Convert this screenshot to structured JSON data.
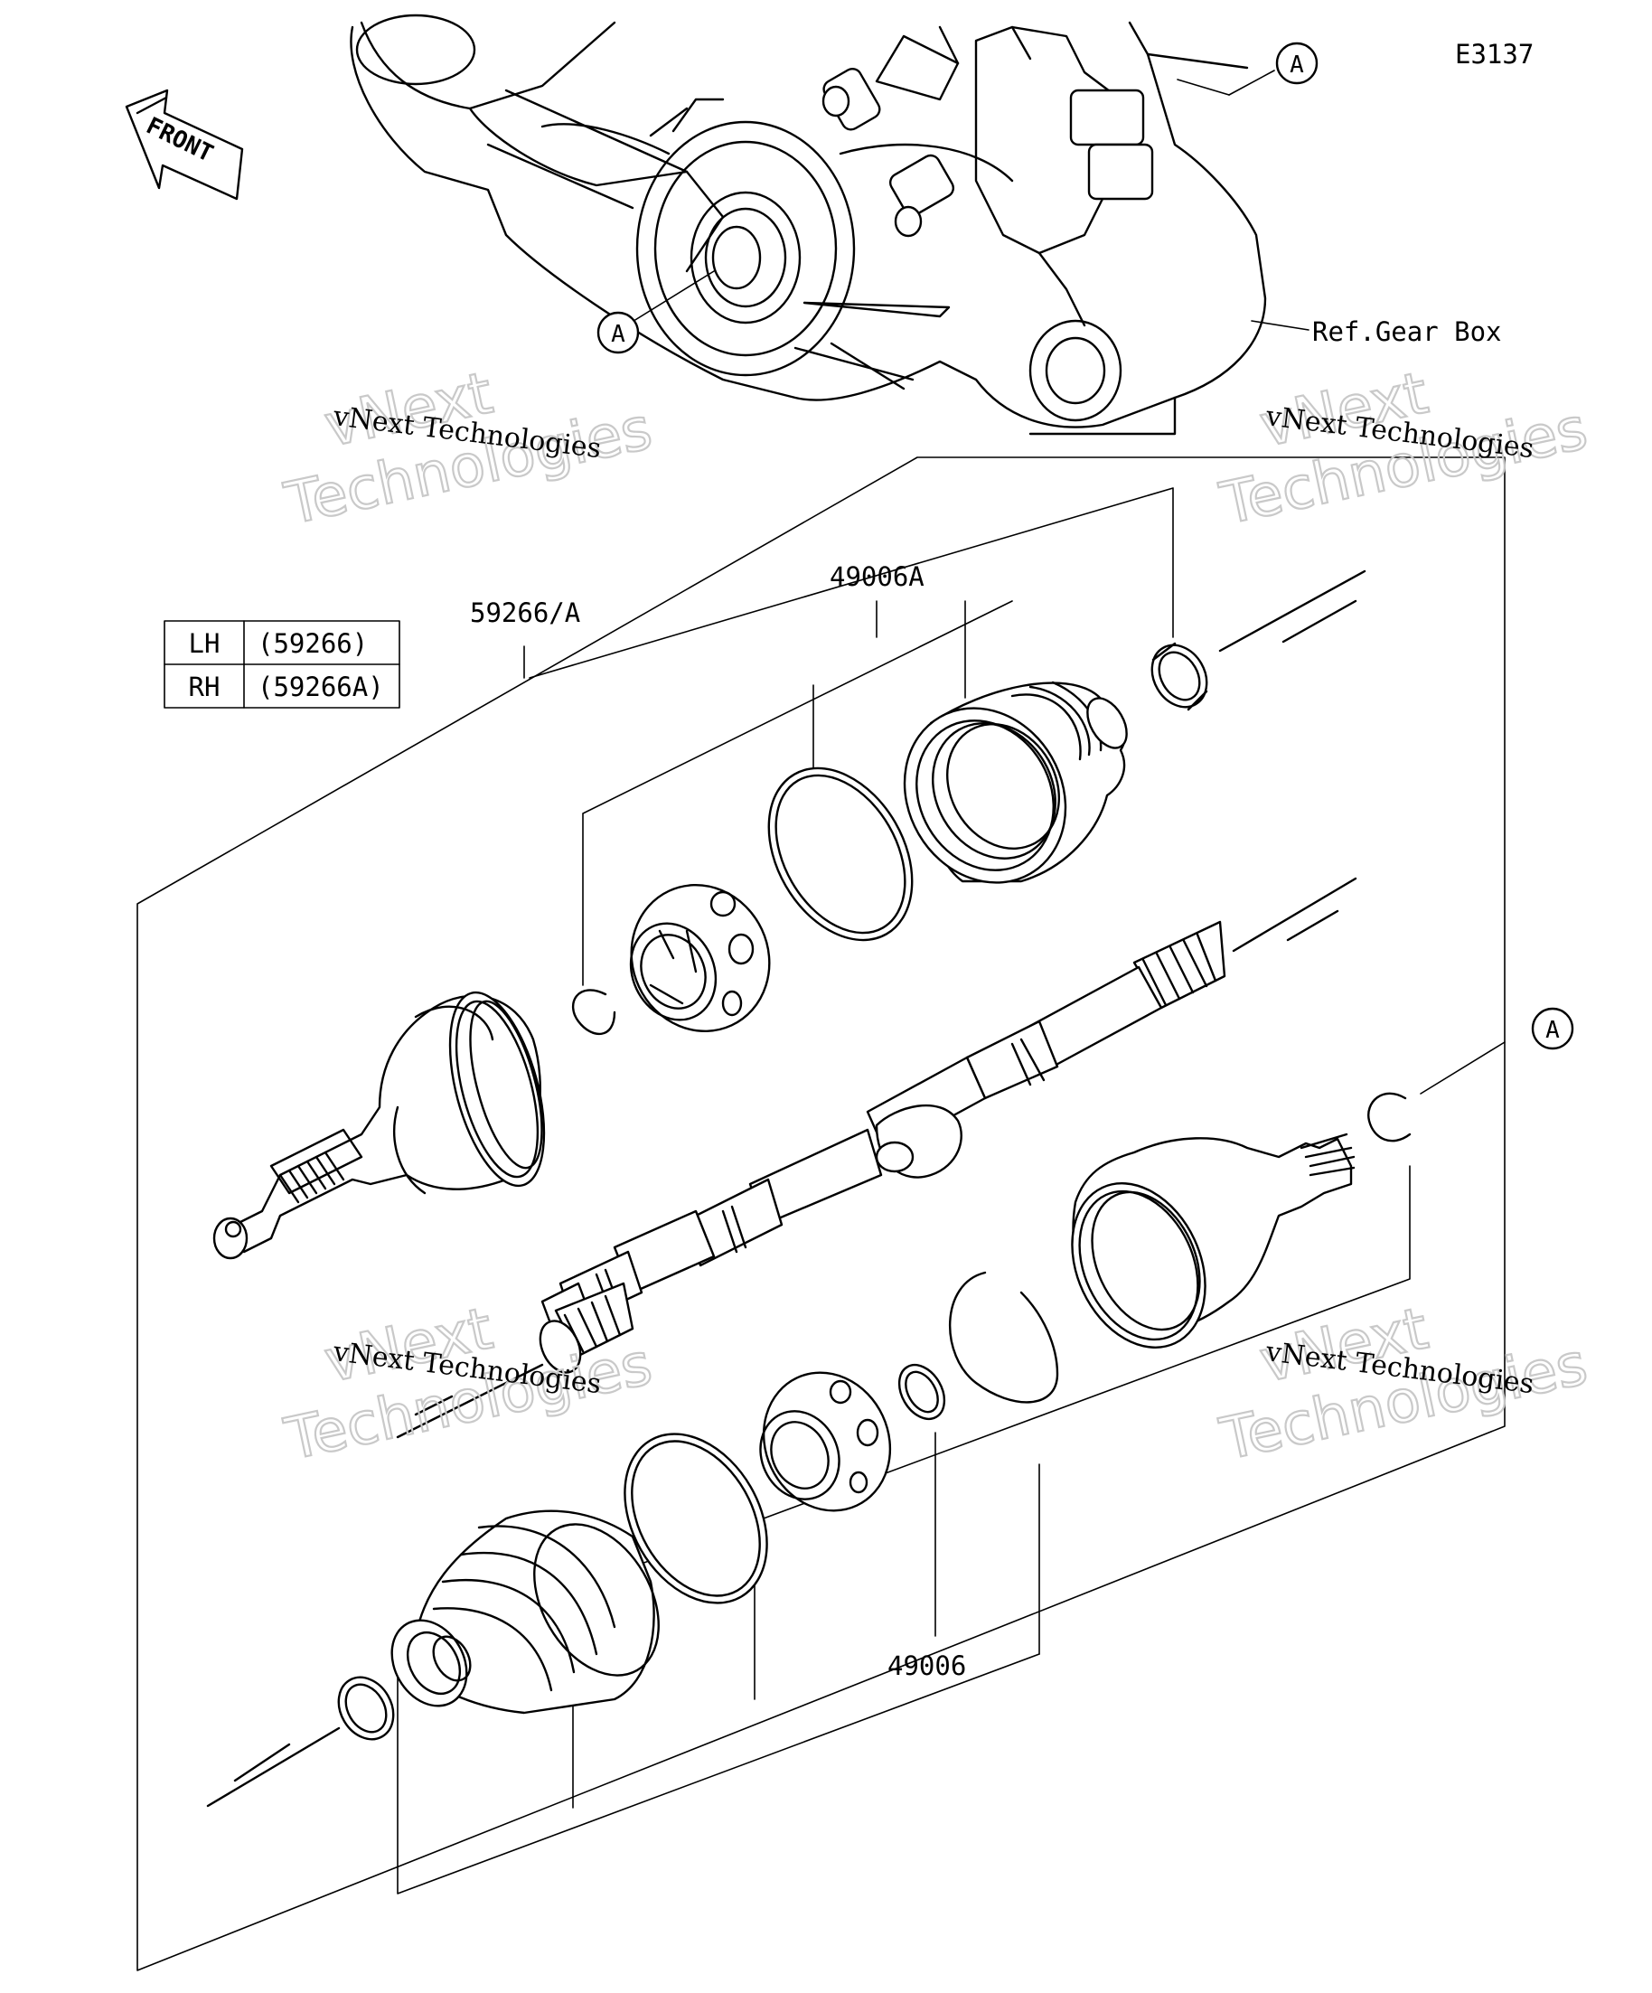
{
  "diagram": {
    "code": "E3137",
    "direction_label": "FRONT",
    "reference_label": "Ref.Gear Box",
    "callout_letter": "A",
    "part_numbers": {
      "axle_assembly": "59266/A",
      "outer_boot_kit": "49006A",
      "inner_boot_kit": "49006"
    },
    "variant_table": [
      {
        "side": "LH",
        "part": "(59266)"
      },
      {
        "side": "RH",
        "part": "(59266A)"
      }
    ]
  },
  "watermark": {
    "line1": "vNext Technologies",
    "line2a": "vNext",
    "line2b": "Technologies"
  }
}
